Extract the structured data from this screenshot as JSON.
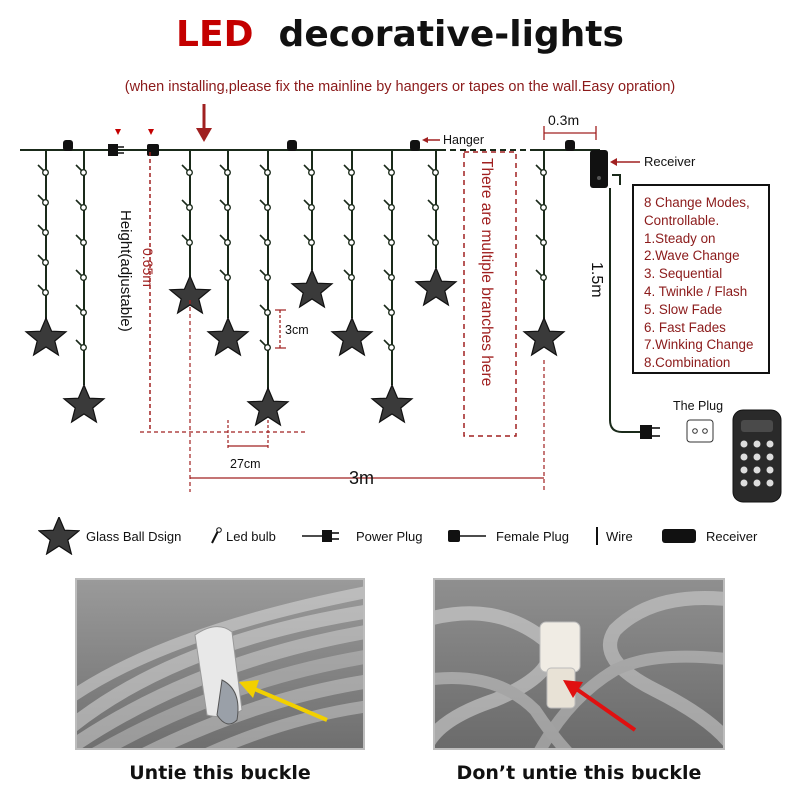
{
  "header": {
    "title_led": "LED",
    "title_rest": "decorative-lights",
    "subtitle": "(when installing,please fix the mainline by hangers or tapes on the wall.Easy opration)"
  },
  "diagram": {
    "hanger_label": "Hanger",
    "spacing_label": "0.3m",
    "receiver_label": "Receiver",
    "height_label": "Height(adjustable)",
    "branch_height_label": "0.65m",
    "bulb_gap_label": "3cm",
    "branch_gap_label": "27cm",
    "width_label": "3m",
    "cable_length_label": "1.5m",
    "multi_branch_note": "There are multiple branches here",
    "plug_label": "The Plug"
  },
  "modes": {
    "lines": [
      "8 Change Modes,",
      "Controllable.",
      "1.Steady on",
      "2.Wave Change",
      "3. Sequential",
      "4. Twinkle / Flash",
      "5. Slow Fade",
      "6. Fast Fades",
      "7.Winking Change",
      "8.Combination"
    ]
  },
  "legend": {
    "star": "Glass Ball Dsign",
    "bulb": "Led bulb",
    "power_plug": "Power Plug",
    "female_plug": "Female Plug",
    "wire": "Wire",
    "receiver": "Receiver"
  },
  "photos": {
    "left_caption": "Untie this buckle",
    "right_caption": "Don’t untie this buckle"
  },
  "colors": {
    "title_red": "#c40000",
    "annotation_red": "#8b1a1a",
    "dimension_red": "#a02020",
    "wire_dark": "#1a2a1a"
  }
}
